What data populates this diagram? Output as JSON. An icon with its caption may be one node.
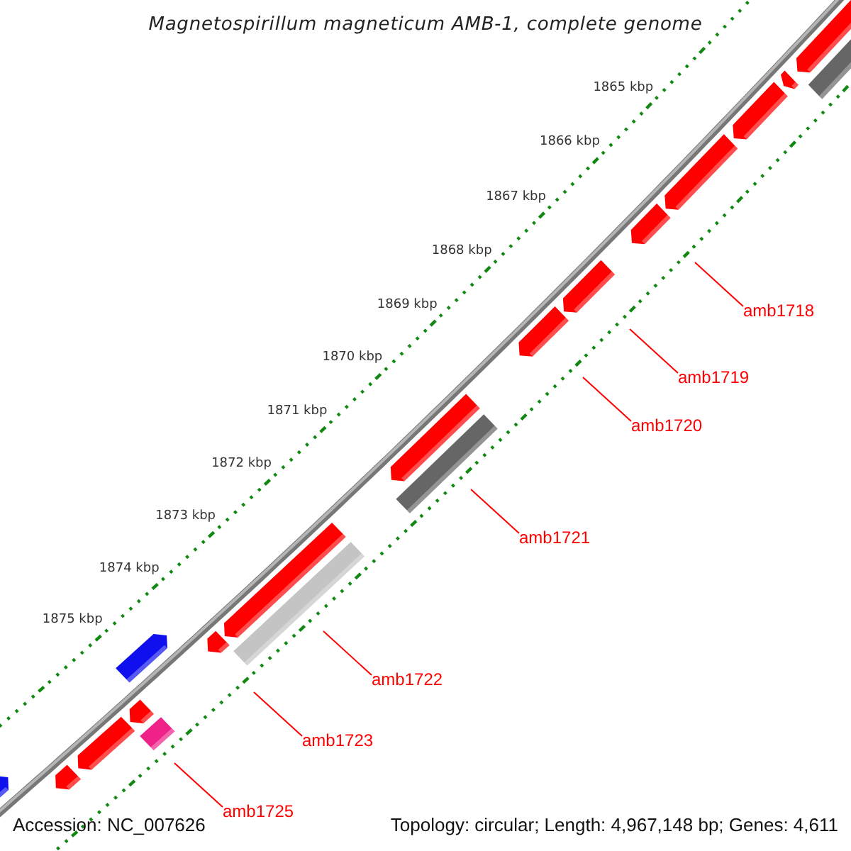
{
  "diagram": {
    "title": "Magnetospirillum magneticum AMB-1, complete genome",
    "nodes": [
      {
        "text": [
          "amb1718"
        ]
      },
      {
        "text": [
          "amb1719"
        ]
      },
      {
        "text": [
          "amb1720"
        ]
      },
      {
        "text": [
          "amb1721"
        ]
      },
      {
        "text": [
          "amb1722"
        ]
      },
      {
        "text": [
          "amb1723"
        ]
      },
      {
        "text": [
          "amb1725"
        ]
      }
    ],
    "edges": [
      {
        "from": 0,
        "to": null,
        "arrow": "none",
        "color": "#ff0000"
      },
      {
        "from": 1,
        "to": null,
        "arrow": "none",
        "color": "#ff0000"
      },
      {
        "from": 2,
        "to": null,
        "arrow": "none",
        "color": "#ff0000"
      },
      {
        "from": 3,
        "to": null,
        "arrow": "none",
        "color": "#ff0000"
      },
      {
        "from": 4,
        "to": null,
        "arrow": "none",
        "color": "#ff0000"
      },
      {
        "from": 5,
        "to": null,
        "arrow": "none",
        "color": "#ff0000"
      },
      {
        "from": 6,
        "to": null,
        "arrow": "none",
        "color": "#ff0000"
      }
    ],
    "labels": [
      "1865 kbp",
      "1866 kbp",
      "1867 kbp",
      "1868 kbp",
      "1869 kbp",
      "1870 kbp",
      "1871 kbp",
      "1872 kbp",
      "1873 kbp",
      "1874 kbp",
      "1875 kbp",
      "Accession: NC_007626",
      "Topology: circular; Length: 4,967,148 bp; Genes: 4,611"
    ]
  }
}
